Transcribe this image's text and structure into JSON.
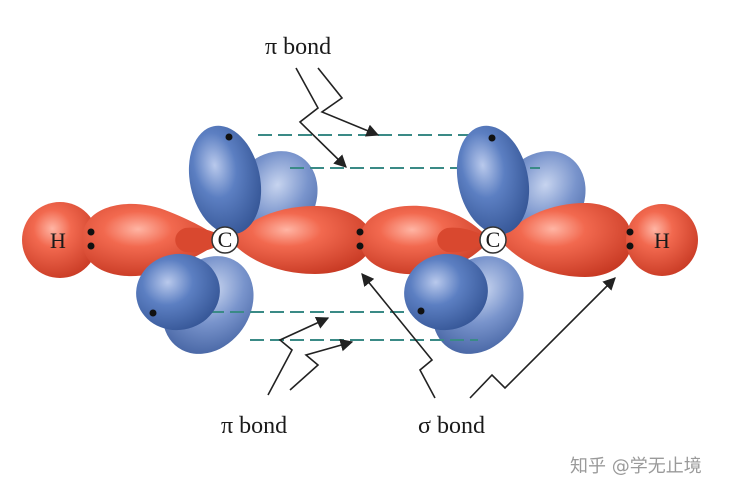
{
  "labels": {
    "pi_bond_top": "π bond",
    "pi_bond_bottom": "π bond",
    "sigma_bond": "σ bond"
  },
  "atoms": {
    "hydrogen_left": "H",
    "hydrogen_right": "H",
    "carbon_left": "C",
    "carbon_right": "C"
  },
  "watermark": "知乎 @学无止境",
  "colors": {
    "sigma_orbital": "#e8553f",
    "pi_orbital": "#4a6fb0",
    "pi_bond_line": "#3a8a86",
    "arrow": "#222222",
    "electron_dot": "#111111"
  }
}
